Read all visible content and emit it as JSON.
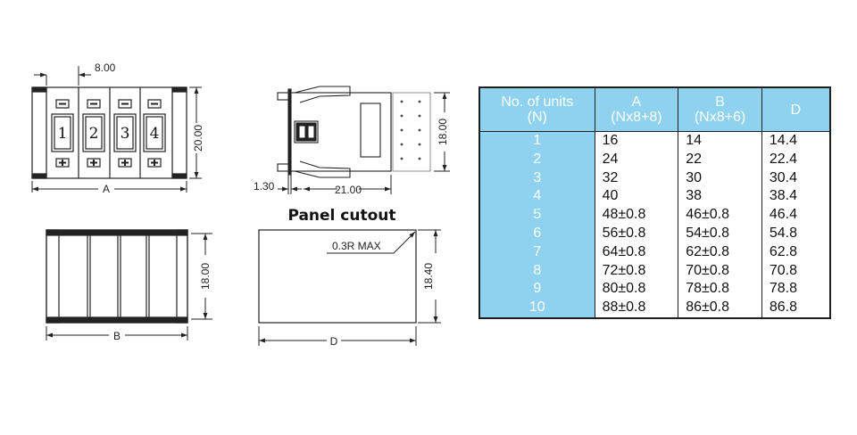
{
  "diagram": {
    "dims": {
      "pitch": "8.00",
      "height_front": "20.00",
      "width_front": "A",
      "height_back": "18.00",
      "width_back": "B",
      "side_height": "18.00",
      "side_thickness": "1.30",
      "side_depth": "21.00",
      "cutout_height": "18.40",
      "cutout_width": "D",
      "corner_radius": "0.3R  MAX"
    },
    "digits": [
      "1",
      "2",
      "3",
      "4"
    ],
    "panel_cutout_title": "Panel cutout"
  },
  "table": {
    "headers": [
      "No. of units\n(N)",
      "A\n(Nx8+8)",
      "B\n(Nx8+6)",
      "D"
    ],
    "rows": [
      [
        "1",
        "16",
        "14",
        "14.4"
      ],
      [
        "2",
        "24",
        "22",
        "22.4"
      ],
      [
        "3",
        "32",
        "30",
        "30.4"
      ],
      [
        "4",
        "40",
        "38",
        "38.4"
      ],
      [
        "5",
        "48±0.8",
        "46±0.8",
        "46.4"
      ],
      [
        "6",
        "56±0.8",
        "54±0.8",
        "54.8"
      ],
      [
        "7",
        "64±0.8",
        "62±0.8",
        "62.8"
      ],
      [
        "8",
        "72±0.8",
        "70±0.8",
        "70.8"
      ],
      [
        "9",
        "80±0.8",
        "78±0.8",
        "78.8"
      ],
      [
        "10",
        "88±0.8",
        "86±0.8",
        "86.8"
      ]
    ]
  },
  "colors": {
    "header_bg": "#8ed2f0",
    "line": "#1f1f1f"
  }
}
